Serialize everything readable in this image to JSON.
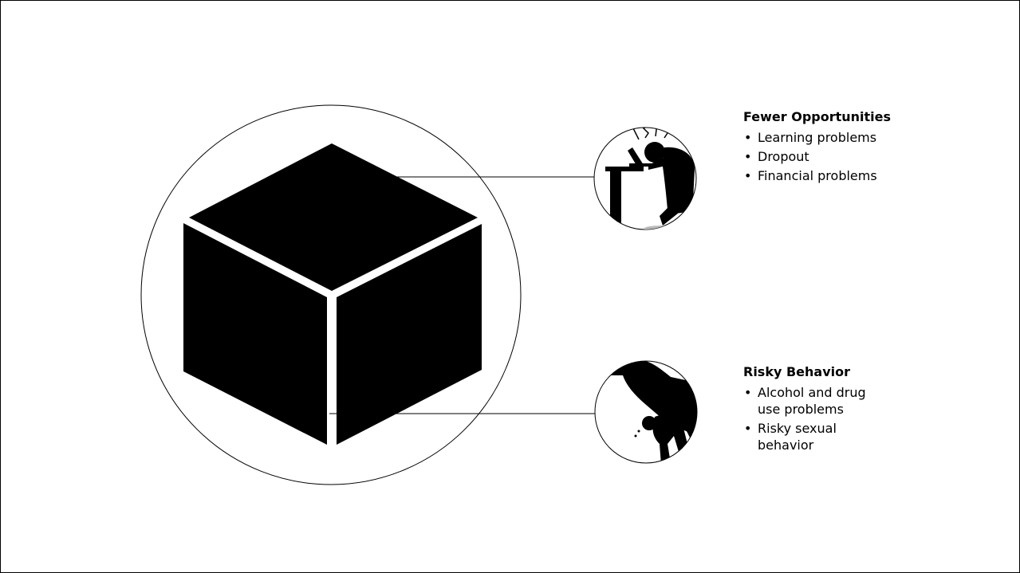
{
  "colors": {
    "ink": "#000000",
    "background": "#ffffff"
  },
  "icons": {
    "main": "cube-icon",
    "top": "frustrated-student-at-desk-icon",
    "bottom": "person-carrying-bottle-icon"
  },
  "sections": [
    {
      "heading": "Fewer Opportunities",
      "items": [
        "Learning problems",
        "Dropout",
        "Financial problems"
      ]
    },
    {
      "heading": "Risky Behavior",
      "items": [
        "Alcohol and drug use problems",
        "Risky sexual behavior"
      ]
    }
  ]
}
